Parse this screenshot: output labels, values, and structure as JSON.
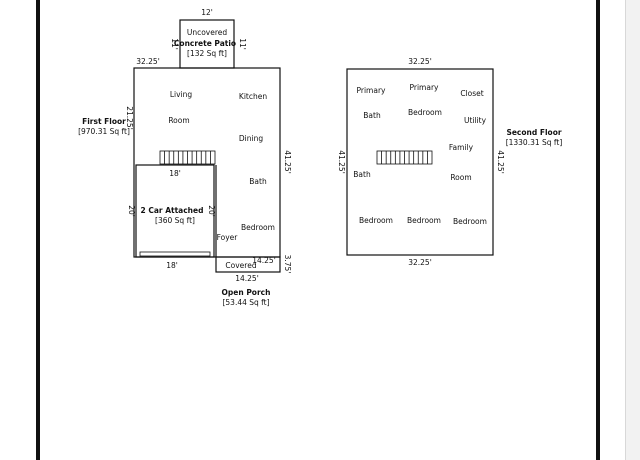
{
  "first_floor": {
    "label": "First Floor",
    "area": "[970.31 Sq ft]",
    "dim_top": "32.25'",
    "dim_left": "21.25'",
    "dim_right": "41.25'",
    "rooms": {
      "living": "Living",
      "living2": "Room",
      "kitchen": "Kitchen",
      "dining": "Dining",
      "bath": "Bath",
      "bedroom": "Bedroom",
      "foyer": "Foyer"
    }
  },
  "patio": {
    "line1": "Uncovered",
    "line2": "Concrete Patio",
    "area": "[132 Sq ft]",
    "dim_top": "12'",
    "dim_left": "11'",
    "dim_right": "11'"
  },
  "garage": {
    "label": "2 Car Attached",
    "area": "[360 Sq ft]",
    "dim_top": "18'",
    "dim_bottom": "18'",
    "dim_left": "20'",
    "dim_right": "20'"
  },
  "porch": {
    "inside": "Covered",
    "label": "Open Porch",
    "area": "[53.44 Sq ft]",
    "dim_top": "14.25'",
    "dim_bottom": "14.25'",
    "dim_right": "3.75'"
  },
  "second_floor": {
    "label": "Second Floor",
    "area": "[1330.31 Sq ft]",
    "dim_top": "32.25'",
    "dim_bottom": "32.25'",
    "dim_left": "41.25'",
    "dim_right": "41.25'",
    "rooms": {
      "primary_bath_1": "Primary",
      "primary_bath_2": "Bath",
      "primary_bed_1": "Primary",
      "primary_bed_2": "Bedroom",
      "closet": "Closet",
      "utility": "Utility",
      "family_1": "Family",
      "family_2": "Room",
      "bath": "Bath",
      "bedroom_1": "Bedroom",
      "bedroom_2": "Bedroom",
      "bedroom_3": "Bedroom"
    }
  }
}
